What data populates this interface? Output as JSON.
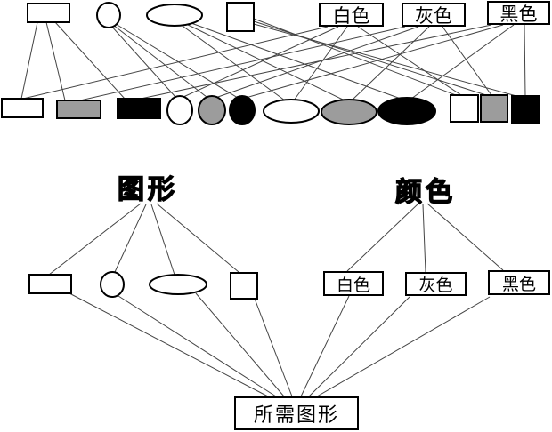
{
  "colors": {
    "white": "#ffffff",
    "gray": "#9c9c9c",
    "black": "#000000",
    "line": "#444444",
    "outline": "#000000"
  },
  "top_diagram": {
    "shape_nodes": [
      "rectangle",
      "circle",
      "ellipse",
      "square"
    ],
    "color_nodes": [
      {
        "id": "white",
        "label": "白色"
      },
      {
        "id": "gray",
        "label": "灰色"
      },
      {
        "id": "black",
        "label": "黑色"
      }
    ],
    "product_nodes": [
      {
        "shape": "rectangle",
        "color": "white"
      },
      {
        "shape": "rectangle",
        "color": "gray"
      },
      {
        "shape": "rectangle",
        "color": "black"
      },
      {
        "shape": "circle",
        "color": "white"
      },
      {
        "shape": "circle",
        "color": "gray"
      },
      {
        "shape": "circle",
        "color": "black"
      },
      {
        "shape": "ellipse",
        "color": "white"
      },
      {
        "shape": "ellipse",
        "color": "gray"
      },
      {
        "shape": "ellipse",
        "color": "black"
      },
      {
        "shape": "square",
        "color": "white"
      },
      {
        "shape": "square",
        "color": "gray"
      },
      {
        "shape": "square",
        "color": "black"
      }
    ],
    "edges": [
      [
        "rectangle",
        "white-rectangle"
      ],
      [
        "rectangle",
        "gray-rectangle"
      ],
      [
        "rectangle",
        "black-rectangle"
      ],
      [
        "circle",
        "white-circle"
      ],
      [
        "circle",
        "gray-circle"
      ],
      [
        "circle",
        "black-circle"
      ],
      [
        "ellipse",
        "white-ellipse"
      ],
      [
        "ellipse",
        "gray-ellipse"
      ],
      [
        "ellipse",
        "black-ellipse"
      ],
      [
        "square",
        "white-square"
      ],
      [
        "square",
        "gray-square"
      ],
      [
        "square",
        "black-square"
      ],
      [
        "white",
        "white-rectangle"
      ],
      [
        "white",
        "white-circle"
      ],
      [
        "white",
        "white-ellipse"
      ],
      [
        "white",
        "white-square"
      ],
      [
        "gray",
        "gray-rectangle"
      ],
      [
        "gray",
        "gray-circle"
      ],
      [
        "gray",
        "gray-ellipse"
      ],
      [
        "gray",
        "gray-square"
      ],
      [
        "black",
        "black-rectangle"
      ],
      [
        "black",
        "black-circle"
      ],
      [
        "black",
        "black-ellipse"
      ],
      [
        "black",
        "black-square"
      ]
    ]
  },
  "bottom_diagram": {
    "shape_category_label": "图形",
    "color_category_label": "颜色",
    "shape_options": [
      "rectangle",
      "circle",
      "ellipse",
      "square"
    ],
    "color_options": [
      {
        "id": "white",
        "label": "白色"
      },
      {
        "id": "gray",
        "label": "灰色"
      },
      {
        "id": "black",
        "label": "黑色"
      }
    ],
    "result_label": "所需图形",
    "edges": [
      [
        "图形",
        "rectangle"
      ],
      [
        "图形",
        "circle"
      ],
      [
        "图形",
        "ellipse"
      ],
      [
        "图形",
        "square"
      ],
      [
        "颜色",
        "白色"
      ],
      [
        "颜色",
        "灰色"
      ],
      [
        "颜色",
        "黑色"
      ],
      [
        "rectangle",
        "所需图形"
      ],
      [
        "circle",
        "所需图形"
      ],
      [
        "ellipse",
        "所需图形"
      ],
      [
        "square",
        "所需图形"
      ],
      [
        "白色",
        "所需图形"
      ],
      [
        "灰色",
        "所需图形"
      ],
      [
        "黑色",
        "所需图形"
      ]
    ]
  }
}
